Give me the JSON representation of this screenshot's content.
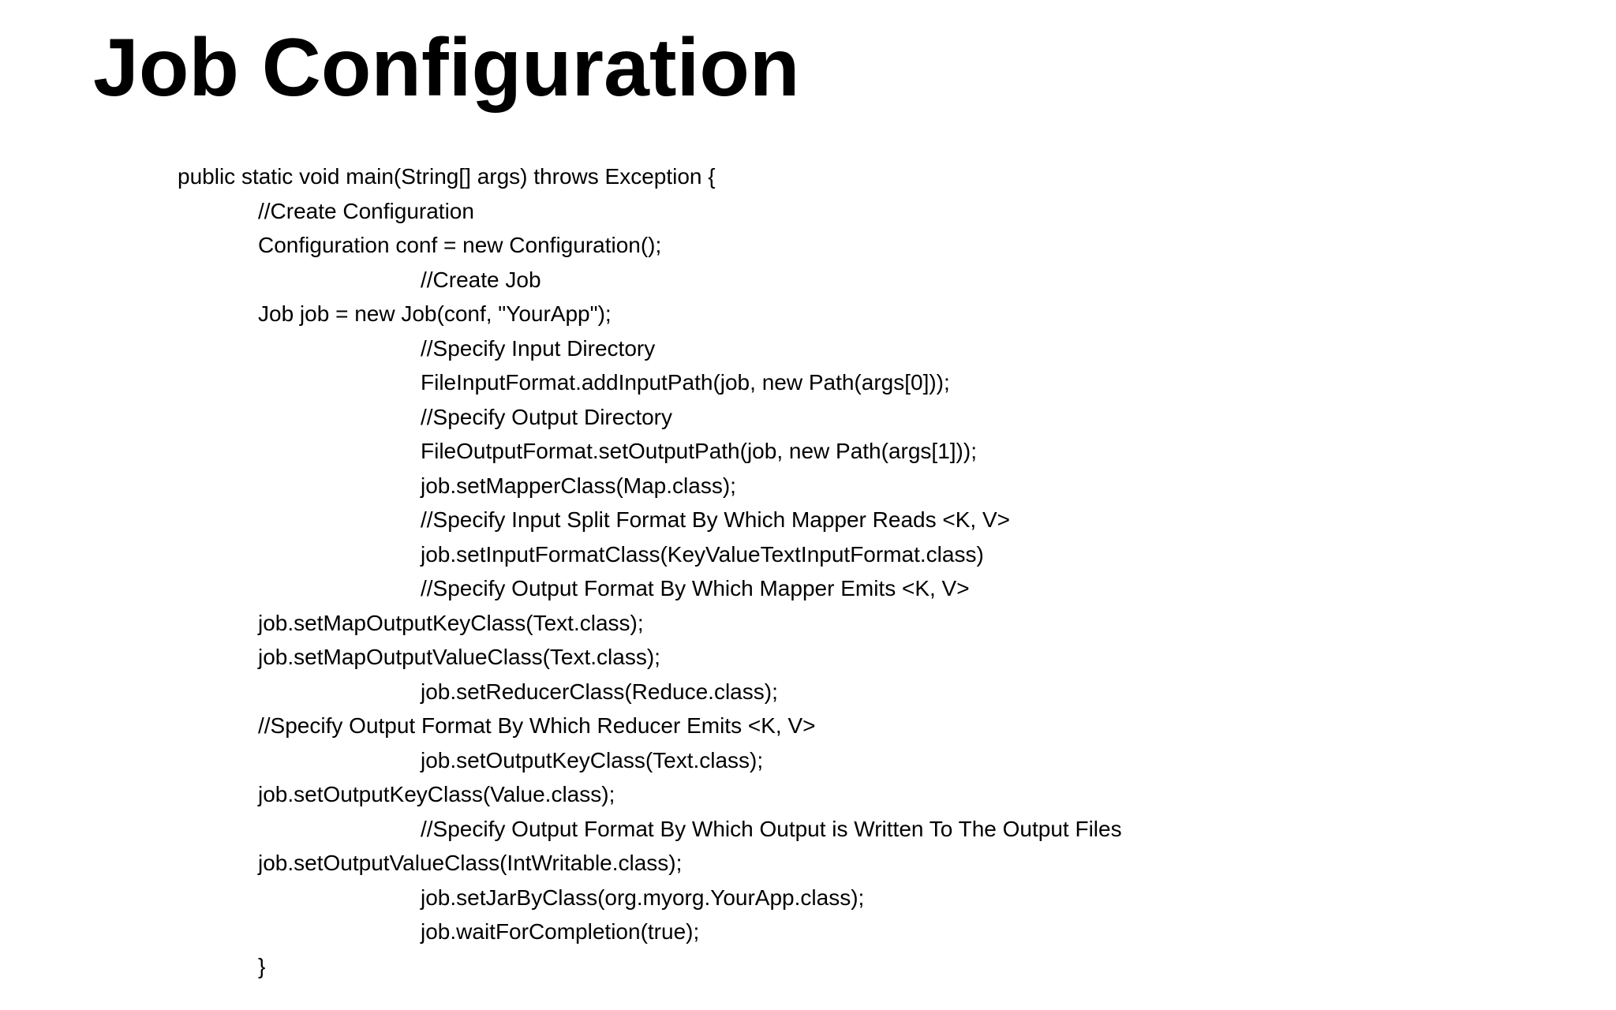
{
  "slide": {
    "title": "Job Configuration",
    "background_color": "#ffffff",
    "text_color": "#000000"
  },
  "code": {
    "lines": [
      {
        "indent": 0,
        "text": "public static void main(String[] args) throws Exception {"
      },
      {
        "indent": 1,
        "text": "//Create Configuration"
      },
      {
        "indent": 1,
        "text": "Configuration conf = new Configuration();"
      },
      {
        "indent": 2,
        "text": "//Create Job"
      },
      {
        "indent": 1,
        "text": "Job job = new Job(conf, \"YourApp\");"
      },
      {
        "indent": 2,
        "text": "//Specify Input Directory"
      },
      {
        "indent": 2,
        "text": "FileInputFormat.addInputPath(job, new Path(args[0]));"
      },
      {
        "indent": 2,
        "text": "//Specify Output Directory"
      },
      {
        "indent": 2,
        "text": "FileOutputFormat.setOutputPath(job, new Path(args[1]));"
      },
      {
        "indent": 2,
        "text": "job.setMapperClass(Map.class);"
      },
      {
        "indent": 2,
        "text": "//Specify Input Split Format By Which Mapper Reads <K, V>"
      },
      {
        "indent": 2,
        "text": "job.setInputFormatClass(KeyValueTextInputFormat.class)"
      },
      {
        "indent": 2,
        "text": "//Specify Output Format By Which Mapper Emits <K, V>"
      },
      {
        "indent": 1,
        "text": "job.setMapOutputKeyClass(Text.class);"
      },
      {
        "indent": 1,
        "text": "job.setMapOutputValueClass(Text.class);"
      },
      {
        "indent": 2,
        "text": "job.setReducerClass(Reduce.class);"
      },
      {
        "indent": 1,
        "text": "//Specify Output Format By Which Reducer Emits <K, V>"
      },
      {
        "indent": 2,
        "text": "job.setOutputKeyClass(Text.class);"
      },
      {
        "indent": 1,
        "text": "job.setOutputKeyClass(Value.class);"
      },
      {
        "indent": 2,
        "text": "//Specify Output Format By Which Output is Written To The Output Files"
      },
      {
        "indent": 1,
        "text": "job.setOutputValueClass(IntWritable.class);"
      },
      {
        "indent": 2,
        "text": "job.setJarByClass(org.myorg.YourApp.class);"
      },
      {
        "indent": 2,
        "text": "job.waitForCompletion(true);"
      },
      {
        "indent": 1,
        "text": "}"
      }
    ]
  }
}
